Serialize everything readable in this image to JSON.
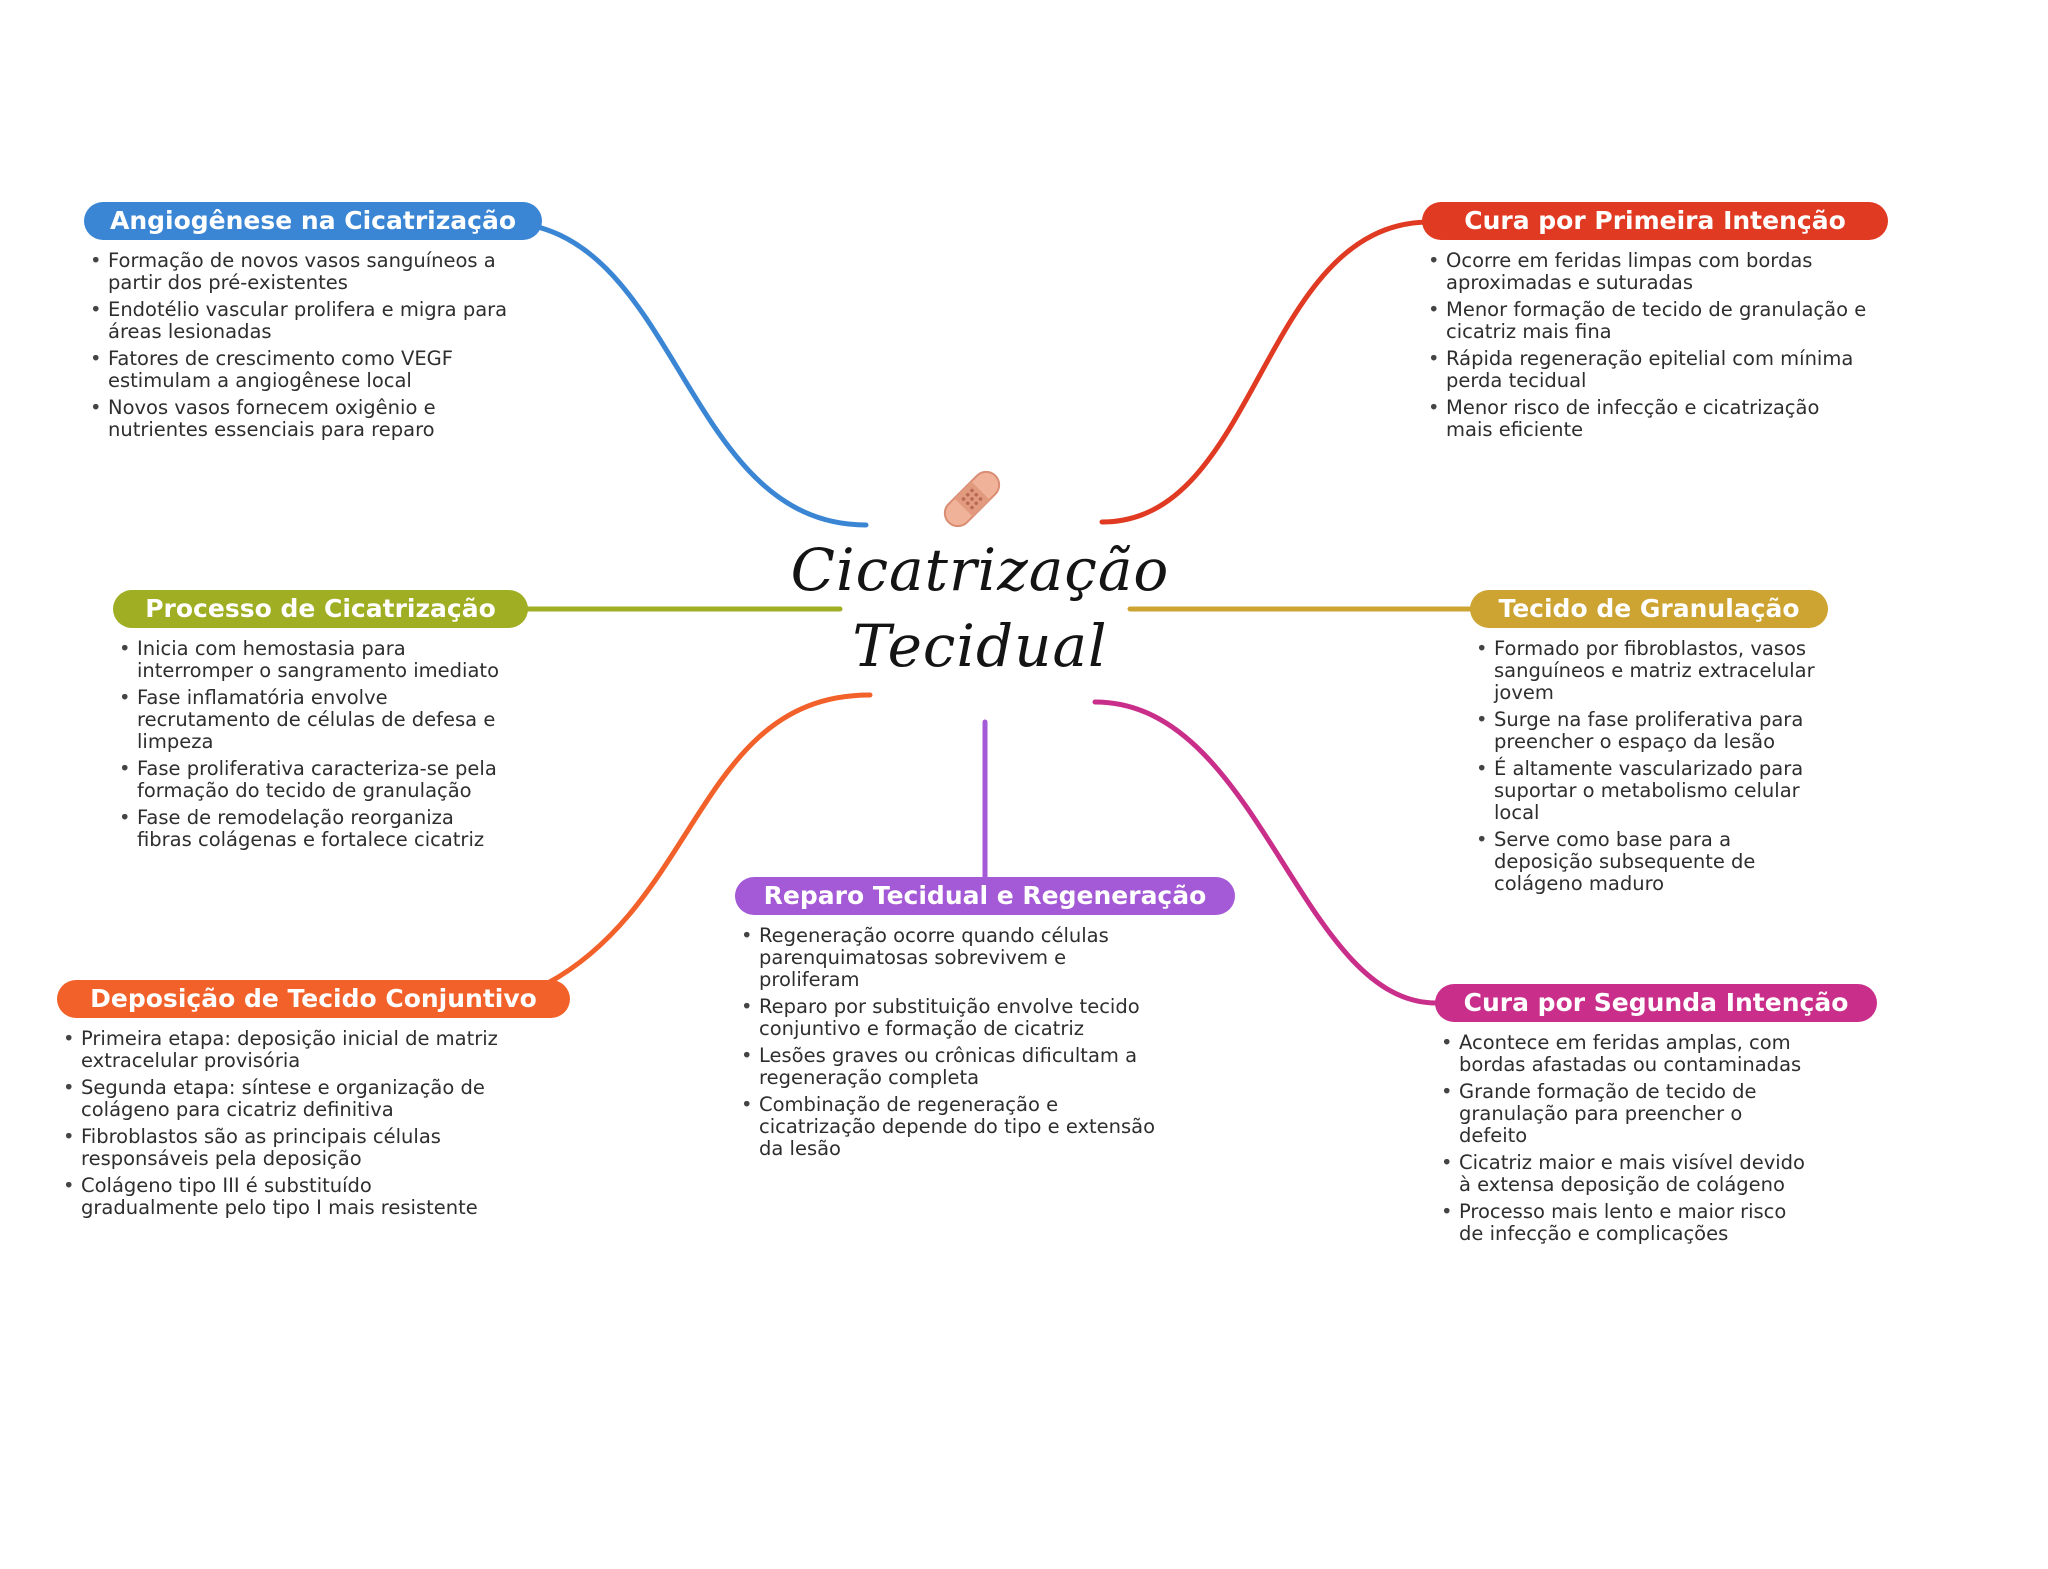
{
  "center": {
    "title_line1": "Cicatrização",
    "title_line2": "Tecidual",
    "icon": "bandage-icon"
  },
  "branches": [
    {
      "id": "angiogenese",
      "title": "Angiogênese na Cicatrização",
      "color": "#3a86d4",
      "items": [
        "Formação de novos vasos sanguíneos a partir dos pré-existentes",
        "Endotélio vascular prolifera e migra para áreas lesionadas",
        "Fatores de crescimento como VEGF estimulam a angiogênese local",
        "Novos vasos fornecem oxigênio e nutrientes essenciais para reparo"
      ]
    },
    {
      "id": "primeira",
      "title": "Cura por Primeira Intenção",
      "color": "#e03a22",
      "items": [
        "Ocorre em feridas limpas com bordas aproximadas e suturadas",
        "Menor formação de tecido de granulação e cicatriz mais fina",
        "Rápida regeneração epitelial com mínima perda tecidual",
        "Menor risco de infecção e cicatrização mais eficiente"
      ]
    },
    {
      "id": "processo",
      "title": "Processo de Cicatrização",
      "color": "#9fae22",
      "items": [
        "Inicia com hemostasia para interromper o sangramento imediato",
        "Fase inflamatória envolve recrutamento de células de defesa e limpeza",
        "Fase proliferativa caracteriza-se pela formação do tecido de granulação",
        "Fase de remodelação reorganiza fibras colágenas e fortalece cicatriz"
      ]
    },
    {
      "id": "granulacao",
      "title": "Tecido de Granulação",
      "color": "#cda331",
      "items": [
        "Formado por fibroblastos, vasos sanguíneos e matriz extracelular jovem",
        "Surge na fase proliferativa para preencher o espaço da lesão",
        "É altamente vascularizado para suportar o metabolismo celular local",
        "Serve como base para a deposição subsequente de colágeno maduro"
      ]
    },
    {
      "id": "reparo",
      "title": "Reparo Tecidual e Regeneração",
      "color": "#a459d6",
      "items": [
        "Regeneração ocorre quando células parenquimatosas sobrevivem e proliferam",
        "Reparo por substituição envolve tecido conjuntivo e formação de cicatriz",
        "Lesões graves ou crônicas dificultam a regeneração completa",
        "Combinação de regeneração e cicatrização depende do tipo e extensão da lesão"
      ]
    },
    {
      "id": "deposicao",
      "title": "Deposição de Tecido Conjuntivo",
      "color": "#f2612a",
      "items": [
        "Primeira etapa: deposição inicial de matriz extracelular provisória",
        "Segunda etapa: síntese e organização de colágeno para cicatriz definitiva",
        "Fibroblastos são as principais células responsáveis pela deposição",
        "Colágeno tipo III é substituído gradualmente pelo tipo I mais resistente"
      ]
    },
    {
      "id": "segunda",
      "title": "Cura por Segunda Intenção",
      "color": "#c92f8a",
      "items": [
        "Acontece em feridas amplas, com bordas afastadas ou contaminadas",
        "Grande formação de tecido de granulação para preencher o defeito",
        "Cicatriz maior e mais visível devido à extensa deposição de colágeno",
        "Processo mais lento e maior risco de infecção e complicações"
      ]
    }
  ]
}
